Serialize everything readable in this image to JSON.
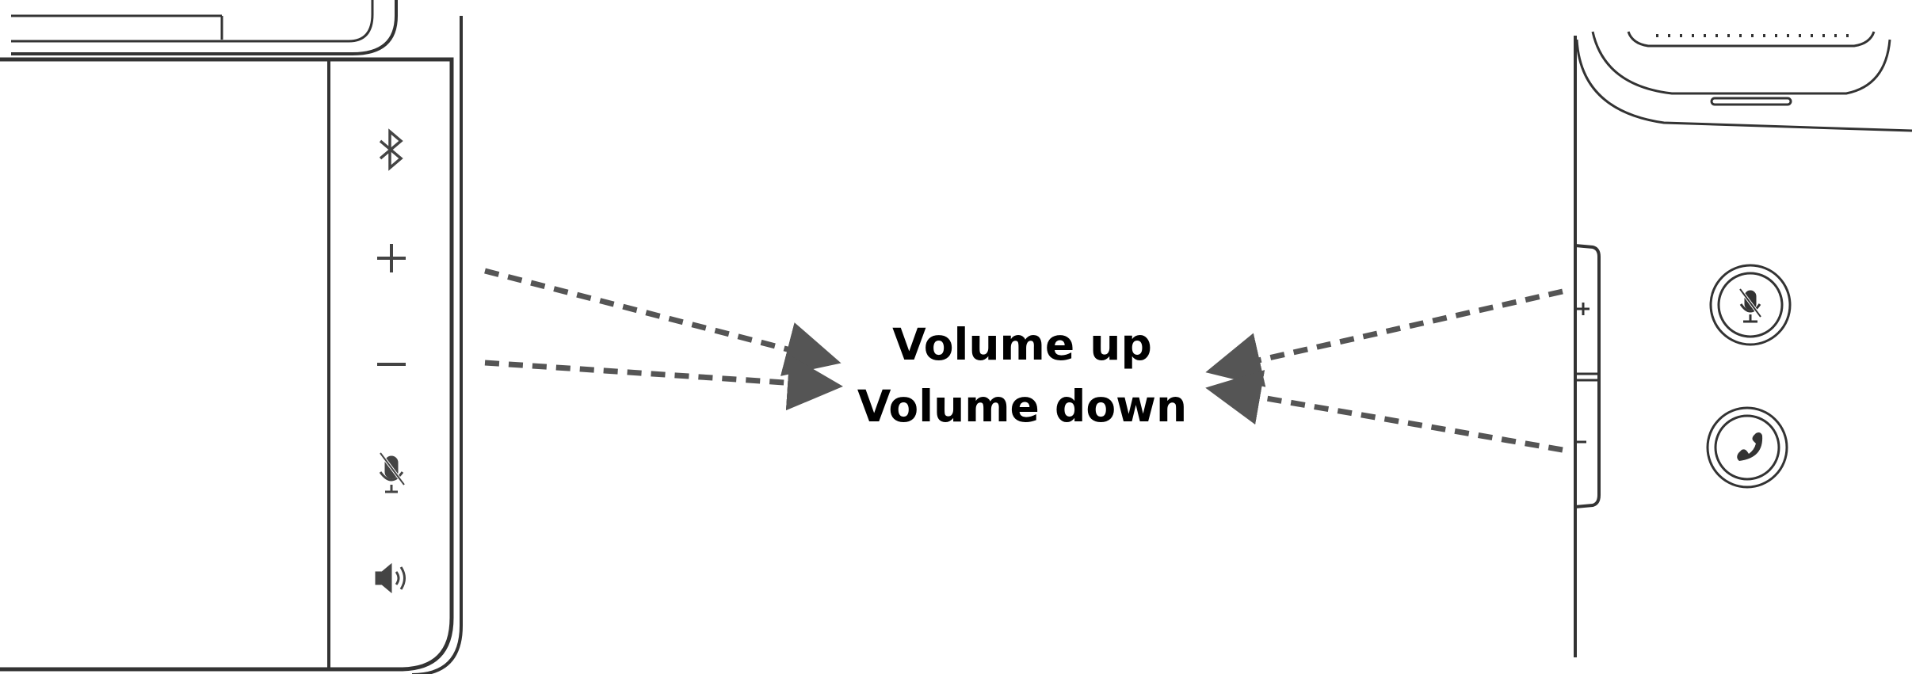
{
  "labels": {
    "volume_up": "Volume up",
    "volume_down": "Volume down"
  },
  "left_device": {
    "buttons": [
      {
        "icon": "bluetooth-icon"
      },
      {
        "icon": "plus-icon"
      },
      {
        "icon": "minus-icon"
      },
      {
        "icon": "mic-mute-icon"
      },
      {
        "icon": "speaker-icon"
      }
    ]
  },
  "right_device": {
    "side_buttons": [
      {
        "glyph": "+",
        "icon": "volume-up-side-button"
      },
      {
        "glyph": "-",
        "icon": "volume-down-side-button"
      }
    ],
    "front_buttons": [
      {
        "icon": "mic-mute-icon"
      },
      {
        "icon": "phone-icon"
      }
    ]
  },
  "colors": {
    "line": "#333333",
    "arrow": "#555555",
    "text": "#000000"
  }
}
